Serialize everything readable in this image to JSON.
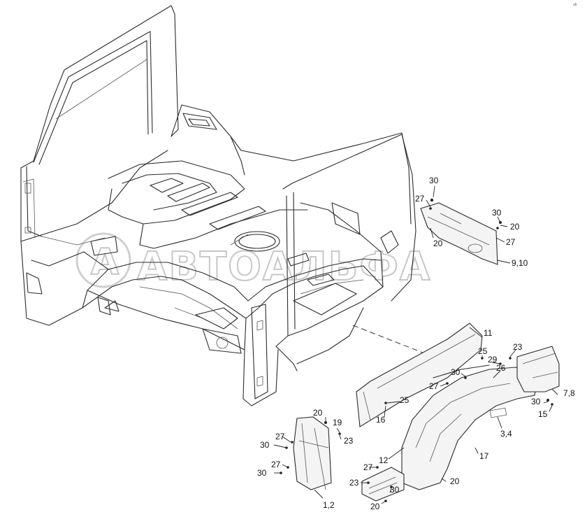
{
  "watermark": {
    "text": "АВТОАЛЬФА",
    "logo_glyph": "A"
  },
  "corner_mark": "ab",
  "callouts": {
    "c30_a": "30",
    "c27_a": "27",
    "c20_a": "20",
    "c30_b": "30",
    "c20_b": "20",
    "c27_b": "27",
    "c9_10": "9,10",
    "c11": "11",
    "c25_a": "25",
    "c23_a": "23",
    "c29": "29",
    "c30_c": "30",
    "c26": "26",
    "c27_c": "27",
    "c25_b": "25",
    "c16": "16",
    "c7_8": "7,8",
    "c30_d": "30",
    "c15": "15",
    "c3_4": "3,4",
    "c12": "12",
    "c17": "17",
    "c27_d": "27",
    "c23_b": "23",
    "c30_e": "30",
    "c20_c": "20",
    "c20_d": "20",
    "c20_e": "20",
    "c19": "19",
    "c23_c": "23",
    "c27_e": "27",
    "c30_f": "30",
    "c27_f": "27",
    "c30_g": "30",
    "c1_2": "1,2"
  }
}
